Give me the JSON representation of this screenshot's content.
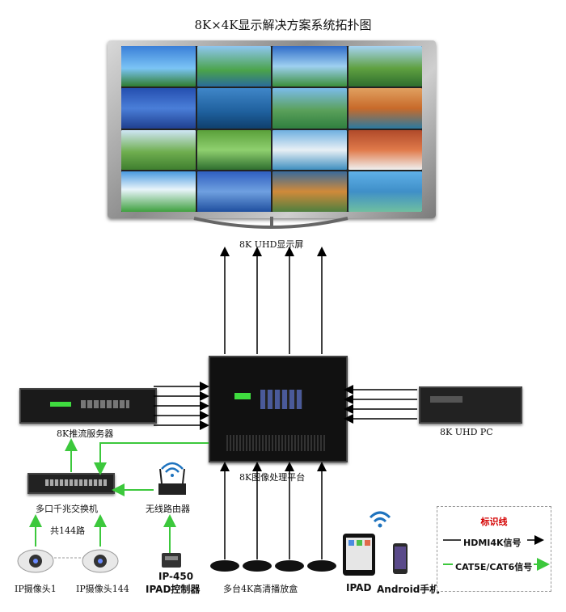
{
  "title": "8K×4K显示解决方案系统拓扑图",
  "labels": {
    "display": "8K UHD显示屏",
    "server": "8K推流服务器",
    "processor": "8K图像处理平台",
    "pc": "8K UHD PC",
    "switch": "多口千兆交换机",
    "router": "无线路由器",
    "channels": "共144路",
    "camera1": "IP摄像头1",
    "camera144": "IP摄像头144",
    "ip450": "IP-450",
    "ipad_ctrl": "IPAD控制器",
    "players": "多台4K高清播放盒",
    "ipad": "IPAD",
    "android": "Android手机"
  },
  "legend": {
    "title": "标识线",
    "hdmi": "HDMI4K信号",
    "cat": "CAT5E/CAT6信号"
  },
  "colors": {
    "hdmi_line": "#000000",
    "cat_line": "#3cc83c",
    "legend_title": "#d40000"
  }
}
